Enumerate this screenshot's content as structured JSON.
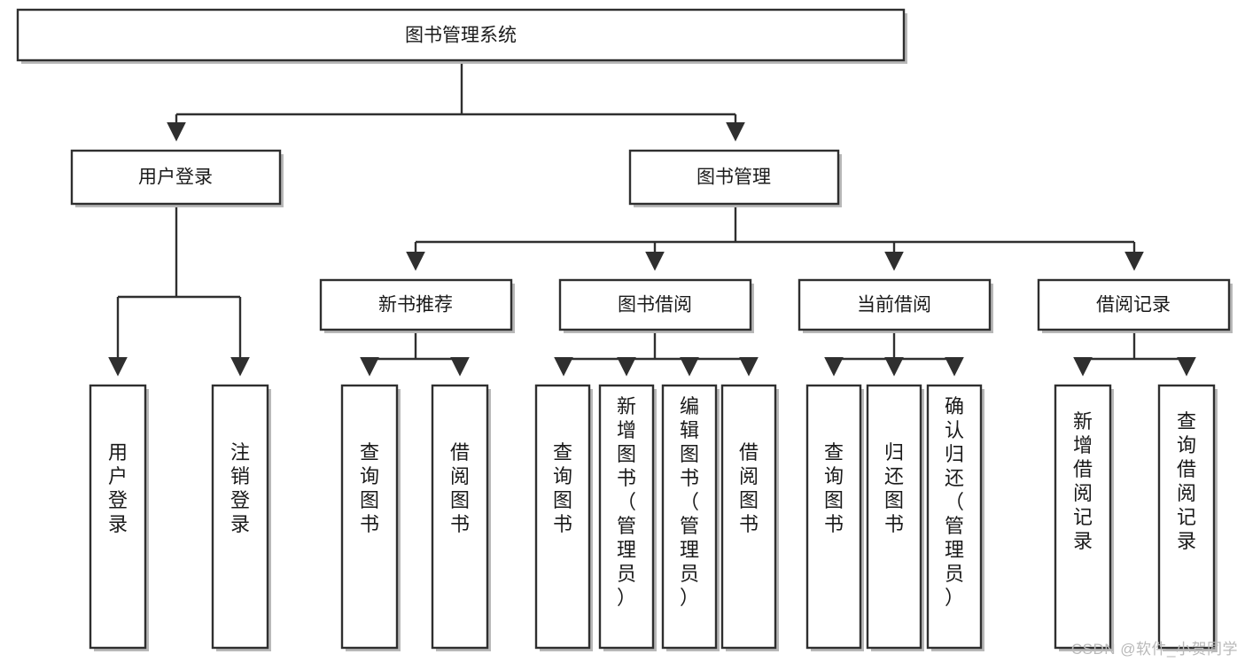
{
  "diagram": {
    "type": "tree-hierarchy",
    "title": "图书管理系统",
    "watermark": "CSDN @软件_小贺同学",
    "root": {
      "id": "root",
      "label": "图书管理系统"
    },
    "level2": [
      {
        "id": "user-login",
        "label": "用户登录"
      },
      {
        "id": "book-management",
        "label": "图书管理"
      }
    ],
    "level3": [
      {
        "id": "new-book-recommend",
        "label": "新书推荐",
        "parent": "book-management"
      },
      {
        "id": "book-borrow",
        "label": "图书借阅",
        "parent": "book-management"
      },
      {
        "id": "current-borrow",
        "label": "当前借阅",
        "parent": "book-management"
      },
      {
        "id": "borrow-record",
        "label": "借阅记录",
        "parent": "book-management"
      }
    ],
    "leaves": [
      {
        "id": "leaf-user-login",
        "label": "用户登录",
        "parent": "user-login"
      },
      {
        "id": "leaf-user-logout",
        "label": "注销登录",
        "parent": "user-login"
      },
      {
        "id": "leaf-query-book-1",
        "label": "查询图书",
        "parent": "new-book-recommend"
      },
      {
        "id": "leaf-borrow-book-1",
        "label": "借阅图书",
        "parent": "new-book-recommend"
      },
      {
        "id": "leaf-query-book-2",
        "label": "查询图书",
        "parent": "book-borrow"
      },
      {
        "id": "leaf-add-book",
        "label": "新增图书（管理员）",
        "parent": "book-borrow"
      },
      {
        "id": "leaf-edit-book",
        "label": "编辑图书（管理员）",
        "parent": "book-borrow"
      },
      {
        "id": "leaf-borrow-book-2",
        "label": "借阅图书",
        "parent": "book-borrow"
      },
      {
        "id": "leaf-query-book-3",
        "label": "查询图书",
        "parent": "current-borrow"
      },
      {
        "id": "leaf-return-book",
        "label": "归还图书",
        "parent": "current-borrow"
      },
      {
        "id": "leaf-confirm-return",
        "label": "确认归还（管理员）",
        "parent": "current-borrow"
      },
      {
        "id": "leaf-add-record",
        "label": "新增借阅记录",
        "parent": "borrow-record"
      },
      {
        "id": "leaf-query-record",
        "label": "查询借阅记录",
        "parent": "borrow-record"
      }
    ],
    "colors": {
      "stroke": "#2f2f2f",
      "fill": "#ffffff",
      "text": "#1a1a1a",
      "shadow": "#b8b8b8",
      "watermark": "#b9b9b9"
    }
  }
}
